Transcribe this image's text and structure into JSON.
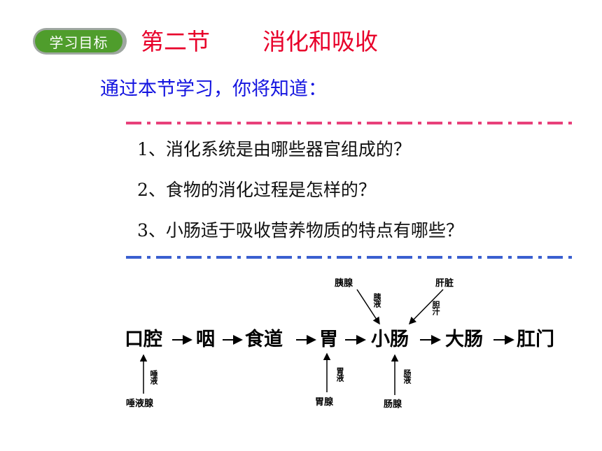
{
  "header": {
    "badge_label": "学习目标",
    "title_section": "第二节",
    "title_topic": "消化和吸收"
  },
  "intro": "通过本节学习，你将知道：",
  "goals": [
    "1、消化系统是由哪些器官组成的？",
    "2、食物的消化过程是怎样的？",
    "3、小肠适于吸收营养物质的特点有哪些？"
  ],
  "diagram": {
    "organs": [
      "口腔",
      "咽",
      "食道",
      "胃",
      "小肠",
      "大肠",
      "肛门"
    ],
    "glands": {
      "salivary_gland": "唾液腺",
      "saliva": "唾液",
      "gastric_gland": "胃腺",
      "gastric_juice": "胃液",
      "pancreas": "胰腺",
      "pancreatic_juice": "胰液",
      "liver": "肝脏",
      "bile": "胆汁",
      "intestinal_gland": "肠腺",
      "intestinal_juice": "肠液"
    }
  },
  "colors": {
    "title_red": "#e8002a",
    "intro_blue": "#1414e0",
    "badge_green": "#4f9d2c"
  }
}
